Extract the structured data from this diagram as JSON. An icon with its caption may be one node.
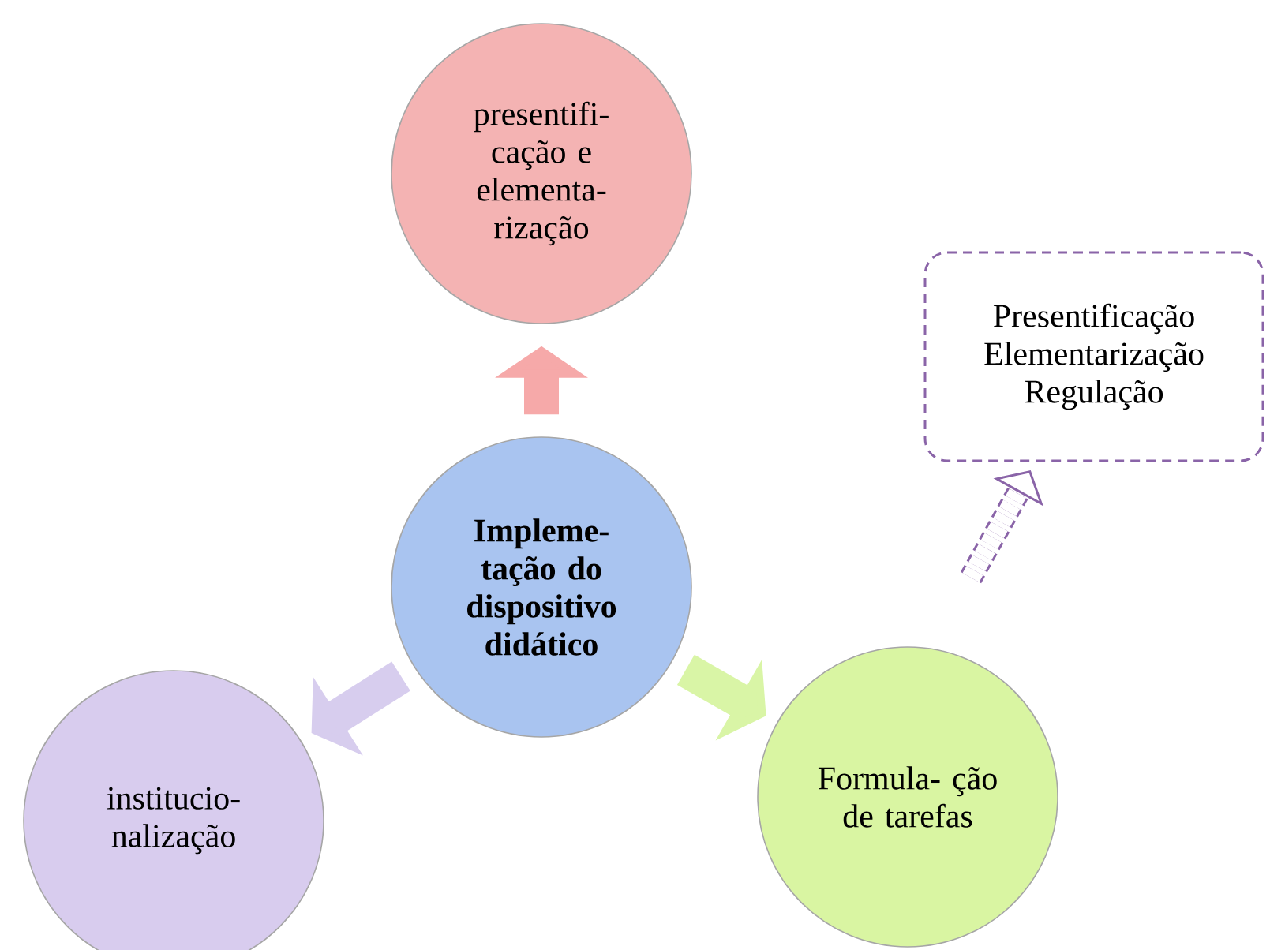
{
  "diagram": {
    "nodes": [
      {
        "text": [
          "Impleme- tação do dispositivo didático"
        ]
      },
      {
        "text": [
          "presentifi- cação e elementa- rização"
        ]
      },
      {
        "text": [
          "Formula- ção de tarefas"
        ]
      },
      {
        "text": [
          "institucio- nalização"
        ]
      },
      {
        "text": [
          "Presentificação",
          "Elementarização",
          "Regulação"
        ]
      }
    ],
    "edges": [
      {
        "from": 0,
        "to": 1,
        "arrow": "to",
        "color": "#f6a9a9"
      },
      {
        "from": 0,
        "to": 2,
        "arrow": "to",
        "color": "#d9f5a6"
      },
      {
        "from": 0,
        "to": 3,
        "arrow": "to",
        "color": "#d7cdee"
      },
      {
        "from": null,
        "to": 4,
        "arrow": "to",
        "style": "dashed",
        "color": "#8a64a8"
      }
    ]
  }
}
